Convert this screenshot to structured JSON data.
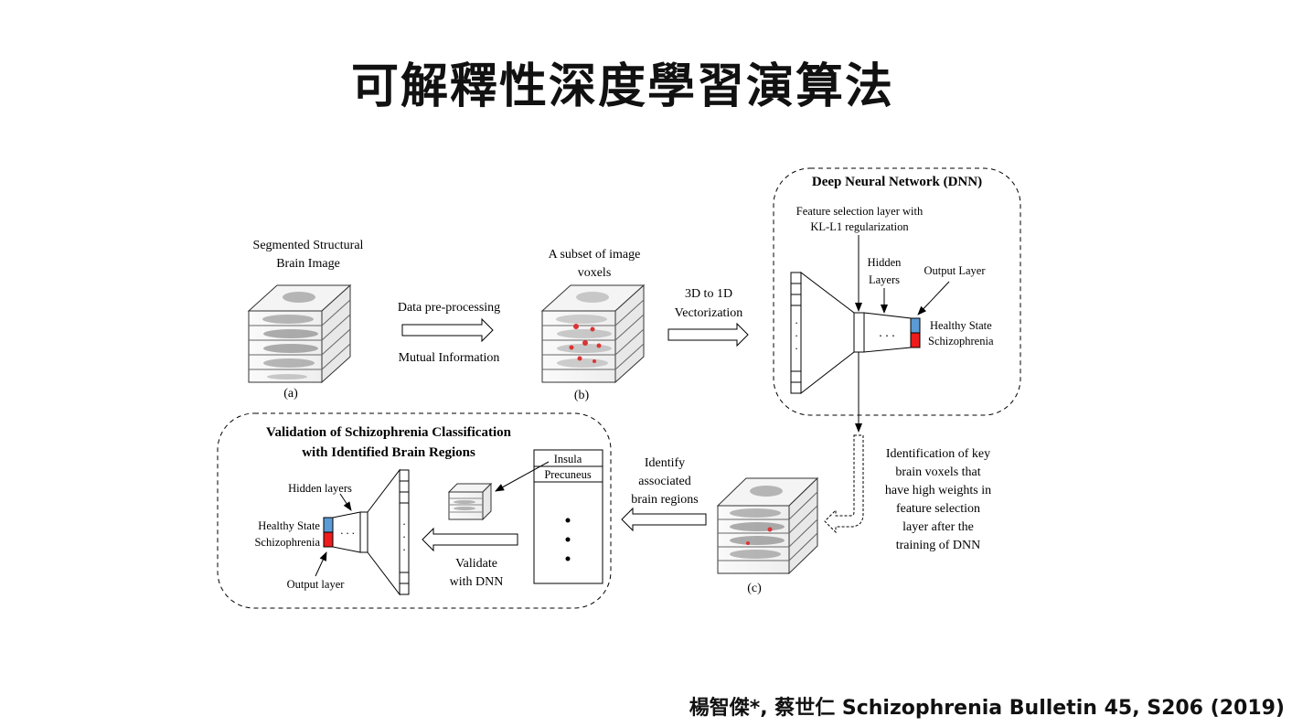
{
  "slide": {
    "title": "可解釋性深度學習演算法",
    "citation": "楊智傑*, 蔡世仁 Schizophrenia Bulletin 45, S206 (2019)"
  },
  "diagram": {
    "panel_a": {
      "line1": "Segmented Structural",
      "line2": "Brain Image",
      "caption": "(a)"
    },
    "step1": {
      "top": "Data pre-processing",
      "bottom": "Mutual Information"
    },
    "panel_b": {
      "line1": "A subset of image",
      "line2": "voxels",
      "caption": "(b)"
    },
    "step2": {
      "line1": "3D to 1D",
      "line2": "Vectorization"
    },
    "dnn": {
      "title": "Deep Neural Network (DNN)",
      "feature_line1": "Feature selection layer with",
      "feature_line2": "KL-L1 regularization",
      "hidden_line1": "Hidden",
      "hidden_line2": "Layers",
      "output": "Output Layer",
      "class_healthy": "Healthy State",
      "class_schizo": "Schizophrenia",
      "dots": ". . ."
    },
    "identify_key": [
      "Identification of key",
      "brain voxels that",
      "have high weights in",
      "feature selection",
      "layer after the",
      "training of DNN"
    ],
    "panel_c": {
      "caption": "(c)"
    },
    "identify_regions": [
      "Identify",
      "associated",
      "brain regions"
    ],
    "regions": {
      "items": [
        "Insula",
        "Precuneus"
      ]
    },
    "validate": {
      "line1": "Validate",
      "line2": "with DNN"
    },
    "validation": {
      "title_line1": "Validation of Schizophrenia Classification",
      "title_line2": "with Identified Brain Regions",
      "hidden": "Hidden layers",
      "healthy": "Healthy State",
      "schizo": "Schizophrenia",
      "output": "Output layer",
      "dots": ". . ."
    },
    "colors": {
      "healthy": "#5b9bd5",
      "schizophrenia": "#ee1c1c"
    }
  }
}
